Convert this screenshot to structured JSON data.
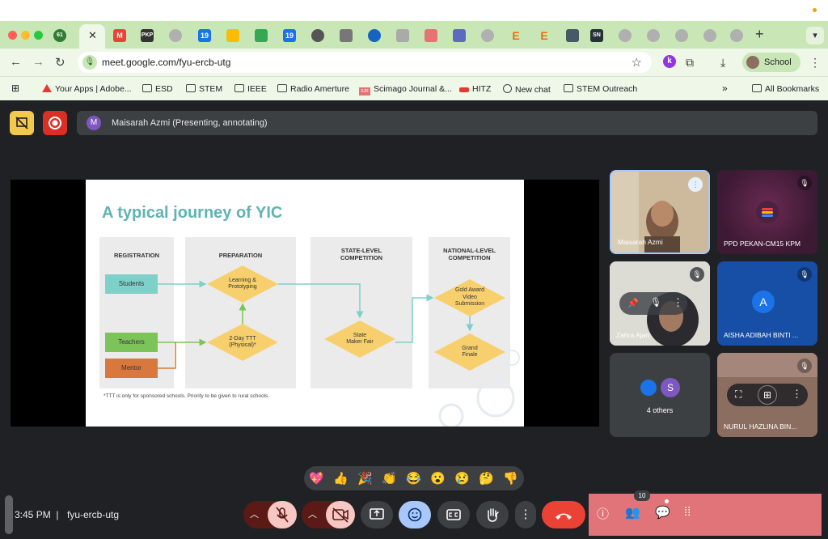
{
  "browser": {
    "url": "meet.google.com/fyu-ercb-utg",
    "profile_label": "School",
    "ext_badge": "k",
    "tab_count_badge": "61",
    "tabs": [
      {
        "icon": "gmail-icon"
      },
      {
        "icon": "pkp-icon"
      },
      {
        "icon": "globe-icon"
      },
      {
        "icon": "calendar-icon"
      },
      {
        "icon": "drive-icon"
      },
      {
        "icon": "calendar-icon"
      }
    ],
    "bookmarks": [
      {
        "label": "Your Apps | Adobe..."
      },
      {
        "label": "ESD"
      },
      {
        "label": "STEM"
      },
      {
        "label": "IEEE"
      },
      {
        "label": "Radio Amerture"
      },
      {
        "label": "Scimago Journal &..."
      },
      {
        "label": "HITZ"
      },
      {
        "label": "New chat"
      },
      {
        "label": "STEM Outreach"
      },
      {
        "label": "All Bookmarks"
      }
    ],
    "bookmark_sjr": "SJR",
    "overflow_glyph": "»"
  },
  "meet": {
    "presenter_initial": "M",
    "presenter_text": "Maisarah Azmi (Presenting, annotating)",
    "slide": {
      "title": "A typical journey of YIC",
      "columns": [
        "REGISTRATION",
        "PREPARATION",
        "STATE-LEVEL\nCOMPETITION",
        "NATIONAL-LEVEL\nCOMPETITION"
      ],
      "roles": [
        "Students",
        "Teachers",
        "Mentor"
      ],
      "nodes": {
        "learning": "Learning &\nPrototyping",
        "ttt": "2-Day TTT\n(Physical)*",
        "state_fair": "State\nMaker Fair",
        "gold_award": "Gold Award\nVideo\nSubmission",
        "grand_finale": "Grand\nFinale"
      },
      "footnote": "*TTT is only for sponsored schools. Priority to be given to rural schools."
    },
    "participants": [
      {
        "name": "Maisarah Azmi",
        "state": "speaking"
      },
      {
        "name": "PPD PEKAN-CM15 KPM",
        "state": "muted"
      },
      {
        "name": "Zahra Ajan",
        "state": "muted"
      },
      {
        "name": "AISHA ADIBAH BINTI ...",
        "initial": "A",
        "state": "muted"
      },
      {
        "name": "4 others",
        "initial": "S"
      },
      {
        "name": "NURUL HAZLINA BIN...",
        "state": "muted"
      }
    ],
    "reactions": [
      "💖",
      "👍",
      "🎉",
      "👏",
      "😂",
      "😮",
      "😢",
      "🤔",
      "👎"
    ],
    "time": "3:45 PM",
    "separator": "|",
    "meeting_code": "fyu-ercb-utg",
    "people_count": "10",
    "colors": {
      "accent_teal": "#5fb3b3",
      "diamond": "#f7d06d",
      "students": "#7fd0c9",
      "teachers": "#7cc35a",
      "mentor": "#d9783c",
      "end_call": "#ea4335"
    }
  }
}
